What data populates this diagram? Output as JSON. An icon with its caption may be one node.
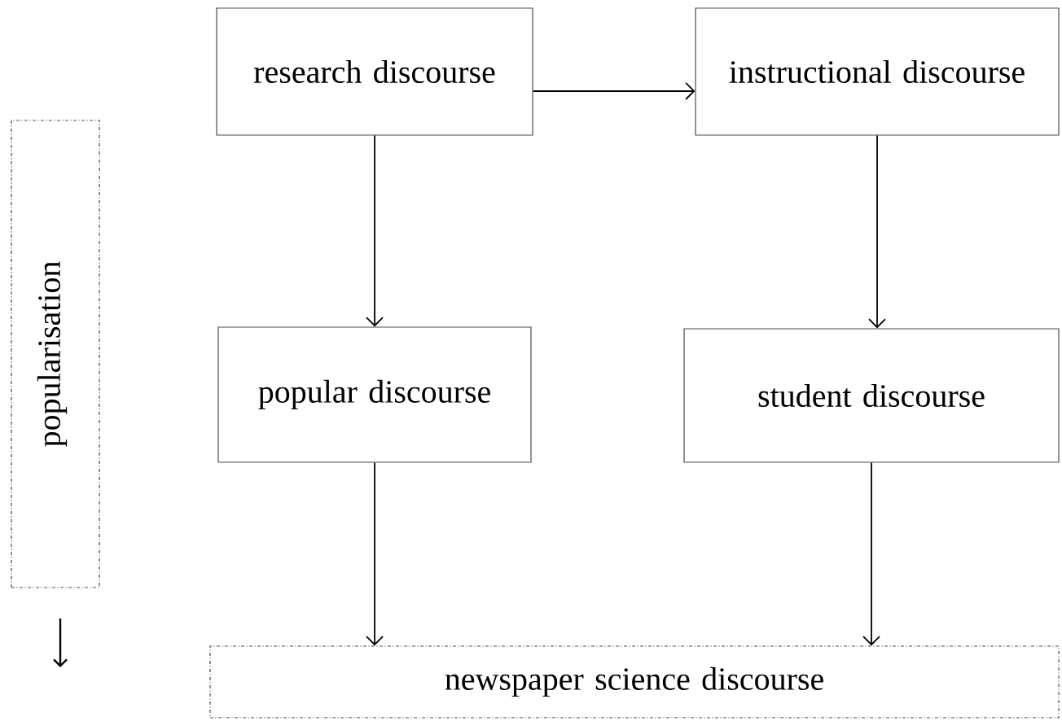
{
  "diagram": {
    "nodes": [
      {
        "text": [
          "popularisation"
        ]
      },
      {
        "text": [
          "research discourse"
        ]
      },
      {
        "text": [
          "instructional discourse"
        ]
      },
      {
        "text": [
          "popular discourse"
        ]
      },
      {
        "text": [
          "student discourse"
        ]
      },
      {
        "text": [
          "newspaper science discourse"
        ]
      }
    ],
    "edges": [
      {
        "from": 1,
        "to": 2,
        "arrow": "to"
      },
      {
        "from": 1,
        "to": 3,
        "arrow": "to"
      },
      {
        "from": 2,
        "to": 4,
        "arrow": "to"
      },
      {
        "from": 3,
        "to": 5,
        "arrow": "to"
      },
      {
        "from": 4,
        "to": 5,
        "arrow": "to"
      }
    ]
  }
}
